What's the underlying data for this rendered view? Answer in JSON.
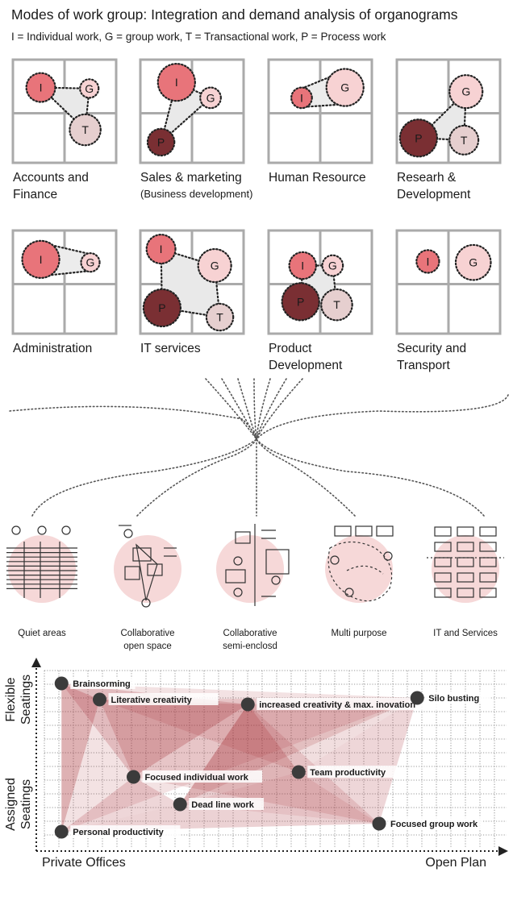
{
  "title": "Modes of work group: Integration and demand analysis of organograms",
  "legend": "I = Individual work,  G = group work,  T = Transactional work,  P = Process work",
  "colors": {
    "individual": "#e8747a",
    "group": "#f7d2d3",
    "transactional": "#e6cfcf",
    "process": "#7a2f33",
    "zone": "#f6d8d8",
    "grid": "#aaaaaa",
    "chart_fill": "#a8323a"
  },
  "organograms": [
    {
      "name": "Accounts and Finance",
      "label_lines": [
        "Accounts and",
        "Finance"
      ],
      "circles": [
        {
          "code": "I",
          "qx": 0.27,
          "qy": 0.27,
          "r": 0.14
        },
        {
          "code": "G",
          "qx": 0.74,
          "qy": 0.28,
          "r": 0.09
        },
        {
          "code": "T",
          "qx": 0.7,
          "qy": 0.68,
          "r": 0.15
        }
      ],
      "link": [
        "I",
        "G",
        "T"
      ]
    },
    {
      "name": "Sales & marketing (Business development)",
      "label_lines": [
        "Sales & marketing",
        "(Business development)"
      ],
      "circles": [
        {
          "code": "I",
          "qx": 0.35,
          "qy": 0.22,
          "r": 0.18
        },
        {
          "code": "G",
          "qx": 0.68,
          "qy": 0.37,
          "r": 0.1
        },
        {
          "code": "P",
          "qx": 0.2,
          "qy": 0.8,
          "r": 0.13
        }
      ],
      "link": [
        "I",
        "G",
        "P"
      ]
    },
    {
      "name": "Human Resource",
      "label_lines": [
        "Human Resource"
      ],
      "circles": [
        {
          "code": "I",
          "qx": 0.32,
          "qy": 0.37,
          "r": 0.1
        },
        {
          "code": "G",
          "qx": 0.74,
          "qy": 0.27,
          "r": 0.18
        }
      ],
      "link": [
        "I",
        "G"
      ]
    },
    {
      "name": "Researh & Development",
      "label_lines": [
        "Researh &",
        "Development"
      ],
      "circles": [
        {
          "code": "G",
          "qx": 0.67,
          "qy": 0.31,
          "r": 0.16
        },
        {
          "code": "P",
          "qx": 0.21,
          "qy": 0.76,
          "r": 0.18
        },
        {
          "code": "T",
          "qx": 0.65,
          "qy": 0.78,
          "r": 0.14
        }
      ],
      "link": [
        "G",
        "P",
        "T"
      ]
    },
    {
      "name": "Administration",
      "label_lines": [
        "Administration"
      ],
      "circles": [
        {
          "code": "I",
          "qx": 0.27,
          "qy": 0.28,
          "r": 0.18
        },
        {
          "code": "G",
          "qx": 0.75,
          "qy": 0.31,
          "r": 0.09
        }
      ],
      "link": [
        "I",
        "G"
      ]
    },
    {
      "name": "IT services",
      "label_lines": [
        "IT services"
      ],
      "circles": [
        {
          "code": "I",
          "qx": 0.2,
          "qy": 0.18,
          "r": 0.14
        },
        {
          "code": "G",
          "qx": 0.72,
          "qy": 0.34,
          "r": 0.16
        },
        {
          "code": "P",
          "qx": 0.21,
          "qy": 0.75,
          "r": 0.18
        },
        {
          "code": "T",
          "qx": 0.77,
          "qy": 0.84,
          "r": 0.13
        }
      ],
      "link": [
        "I",
        "G",
        "T",
        "P"
      ]
    },
    {
      "name": "Product Development",
      "label_lines": [
        "Product",
        "Development"
      ],
      "circles": [
        {
          "code": "I",
          "qx": 0.33,
          "qy": 0.34,
          "r": 0.13
        },
        {
          "code": "G",
          "qx": 0.62,
          "qy": 0.34,
          "r": 0.1
        },
        {
          "code": "P",
          "qx": 0.31,
          "qy": 0.69,
          "r": 0.18
        },
        {
          "code": "T",
          "qx": 0.66,
          "qy": 0.72,
          "r": 0.15
        }
      ],
      "link": [
        "I",
        "G",
        "T",
        "P"
      ]
    },
    {
      "name": "Security and Transport",
      "label_lines": [
        "Security and",
        "Transport"
      ],
      "circles": [
        {
          "code": "I",
          "qx": 0.3,
          "qy": 0.3,
          "r": 0.11
        },
        {
          "code": "G",
          "qx": 0.74,
          "qy": 0.31,
          "r": 0.17
        }
      ],
      "link": []
    }
  ],
  "space_types": [
    {
      "label_lines": [
        "Quiet areas"
      ]
    },
    {
      "label_lines": [
        "Collaborative",
        "open space"
      ]
    },
    {
      "label_lines": [
        "Collaborative",
        "semi-enclosd"
      ]
    },
    {
      "label_lines": [
        "Multi purpose"
      ]
    },
    {
      "label_lines": [
        "IT and Services"
      ]
    }
  ],
  "chart_data": {
    "type": "scatter",
    "x_axis": {
      "low_label": "Private Offices",
      "high_label": "Open Plan",
      "range": [
        0,
        1
      ]
    },
    "y_axis": {
      "low_label_lines": [
        "Assigned",
        "Seatings"
      ],
      "high_label_lines": [
        "Flexible",
        "Seatings"
      ],
      "range": [
        0,
        1
      ]
    },
    "grid": true,
    "points": [
      {
        "label": "Brainsorming",
        "x": 0.05,
        "y": 0.96
      },
      {
        "label": "Literative creativity",
        "x": 0.14,
        "y": 0.86
      },
      {
        "label": "increased creativity & max. inovation",
        "x": 0.49,
        "y": 0.83
      },
      {
        "label": "Silo busting",
        "x": 0.89,
        "y": 0.87
      },
      {
        "label": "Focused individual work",
        "x": 0.22,
        "y": 0.38
      },
      {
        "label": "Team productivity",
        "x": 0.61,
        "y": 0.41
      },
      {
        "label": "Dead line work",
        "x": 0.33,
        "y": 0.21
      },
      {
        "label": "Focused group work",
        "x": 0.8,
        "y": 0.09
      },
      {
        "label": "Personal productivity",
        "x": 0.05,
        "y": 0.04
      }
    ]
  }
}
